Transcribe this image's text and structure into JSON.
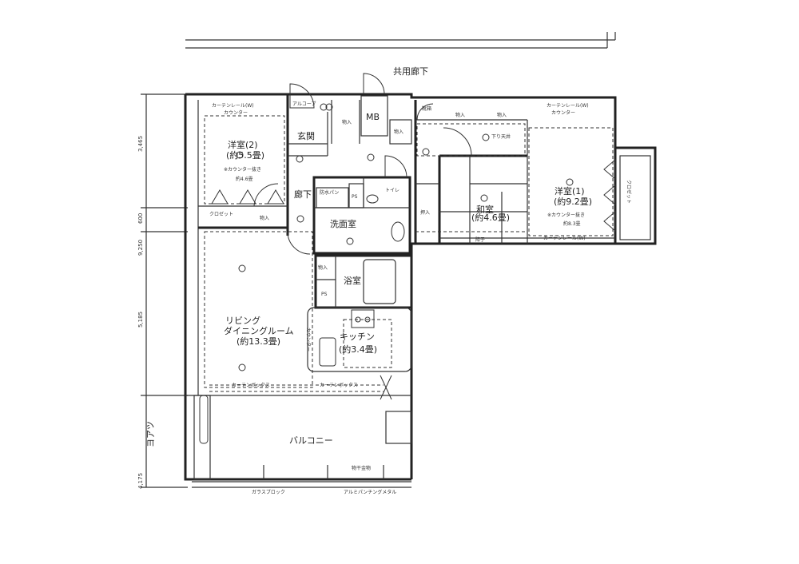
{
  "corridor": "共用廊下",
  "rooms": {
    "western2": {
      "name": "洋室(2)",
      "size": "(約5.5畳)",
      "note": "※カウンター抜き",
      "note_size": "約4.6畳"
    },
    "western1": {
      "name": "洋室(1)",
      "size": "(約9.2畳)",
      "note": "※カウンター抜き",
      "note_size": "約8.3畳"
    },
    "japanese": {
      "name": "和室",
      "size": "(約4.6畳)"
    },
    "ldk": {
      "name1": "リビング",
      "name2": "ダイニングルーム",
      "size": "(約13.3畳)"
    },
    "kitchen": {
      "name": "キッチン",
      "size": "(約3.4畳)"
    },
    "entrance": "玄関",
    "alcove": "アルコーブ",
    "mb": "MB",
    "hall": "廊下",
    "toilet": "トイレ",
    "washroom": "洗面室",
    "bath": "浴室",
    "ps1": "PS",
    "ps2": "PS",
    "balcony": "バルコニー"
  },
  "storage": {
    "closet_w2": "クロゼット",
    "storage_w2": "物入",
    "storage_entry": "物入",
    "storage_corridor": "物入",
    "storage_bath": "物入",
    "shoe": "靴箱",
    "storage_r1": "物入",
    "storage_r2": "物入",
    "oshiire": "押入",
    "closet_w1": "クロゼット"
  },
  "notes": {
    "curtain_rail": "カーテンレール(W)",
    "counter": "カウンター",
    "counter_w1": "カウンター",
    "lowered_ceiling": "下り天井",
    "curtain_box_l": "カーテンボックス",
    "curtain_box_r": "カーテンボックス",
    "curtain_rail_r1": "カーテンレール(W)",
    "washer_pan": "防水パン",
    "shoji": "障子",
    "glass_block": "ガラスブロック",
    "punching_metal": "アルミパンチングメタル",
    "drying": "物干金物",
    "counter_ldk": "カウンター"
  },
  "dimensions": [
    "3,465",
    "600",
    "9,250",
    "5,185",
    "4,175"
  ],
  "side_mark": "ヨアツ"
}
